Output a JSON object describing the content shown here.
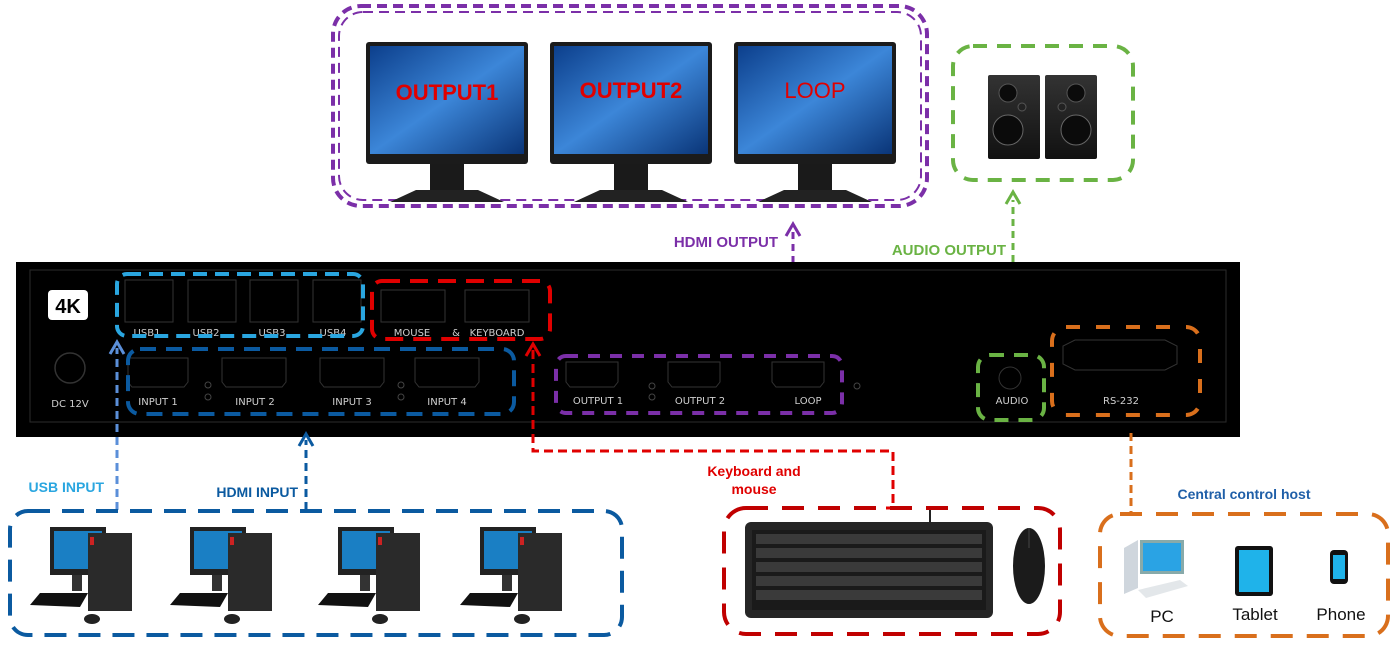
{
  "device": {
    "badge": "4K",
    "power_label": "DC 12V",
    "usb_ports": [
      "USB1",
      "USB2",
      "USB3",
      "USB4"
    ],
    "mk_ports": {
      "mouse": "MOUSE",
      "amp": "&",
      "keyboard": "KEYBOARD"
    },
    "hdmi_inputs": [
      "INPUT 1",
      "INPUT 2",
      "INPUT 3",
      "INPUT 4"
    ],
    "hdmi_outputs": [
      "OUTPUT 1",
      "OUTPUT 2",
      "LOOP"
    ],
    "audio_label": "AUDIO",
    "rs232_label": "RS-232"
  },
  "monitors": [
    "OUTPUT1",
    "OUTPUT2",
    "LOOP"
  ],
  "labels": {
    "hdmi_output": "HDMI OUTPUT",
    "audio_output": "AUDIO  OUTPUT",
    "usb_input": "USB INPUT",
    "hdmi_input": "HDMI INPUT",
    "keyboard_mouse_1": "Keyboard and",
    "keyboard_mouse_2": "mouse",
    "central_control": "Central control host"
  },
  "control_hosts": [
    "PC",
    "Tablet",
    "Phone"
  ],
  "colors": {
    "purple": "#7b2fa8",
    "green": "#6ab344",
    "red": "#e00000",
    "dark_red": "#c00000",
    "light_blue": "#2aa6e0",
    "dash_blue": "#5b8fd9",
    "dark_blue": "#0b5aa0",
    "orange": "#d96f1c",
    "ccblue": "#1f5fa8"
  }
}
